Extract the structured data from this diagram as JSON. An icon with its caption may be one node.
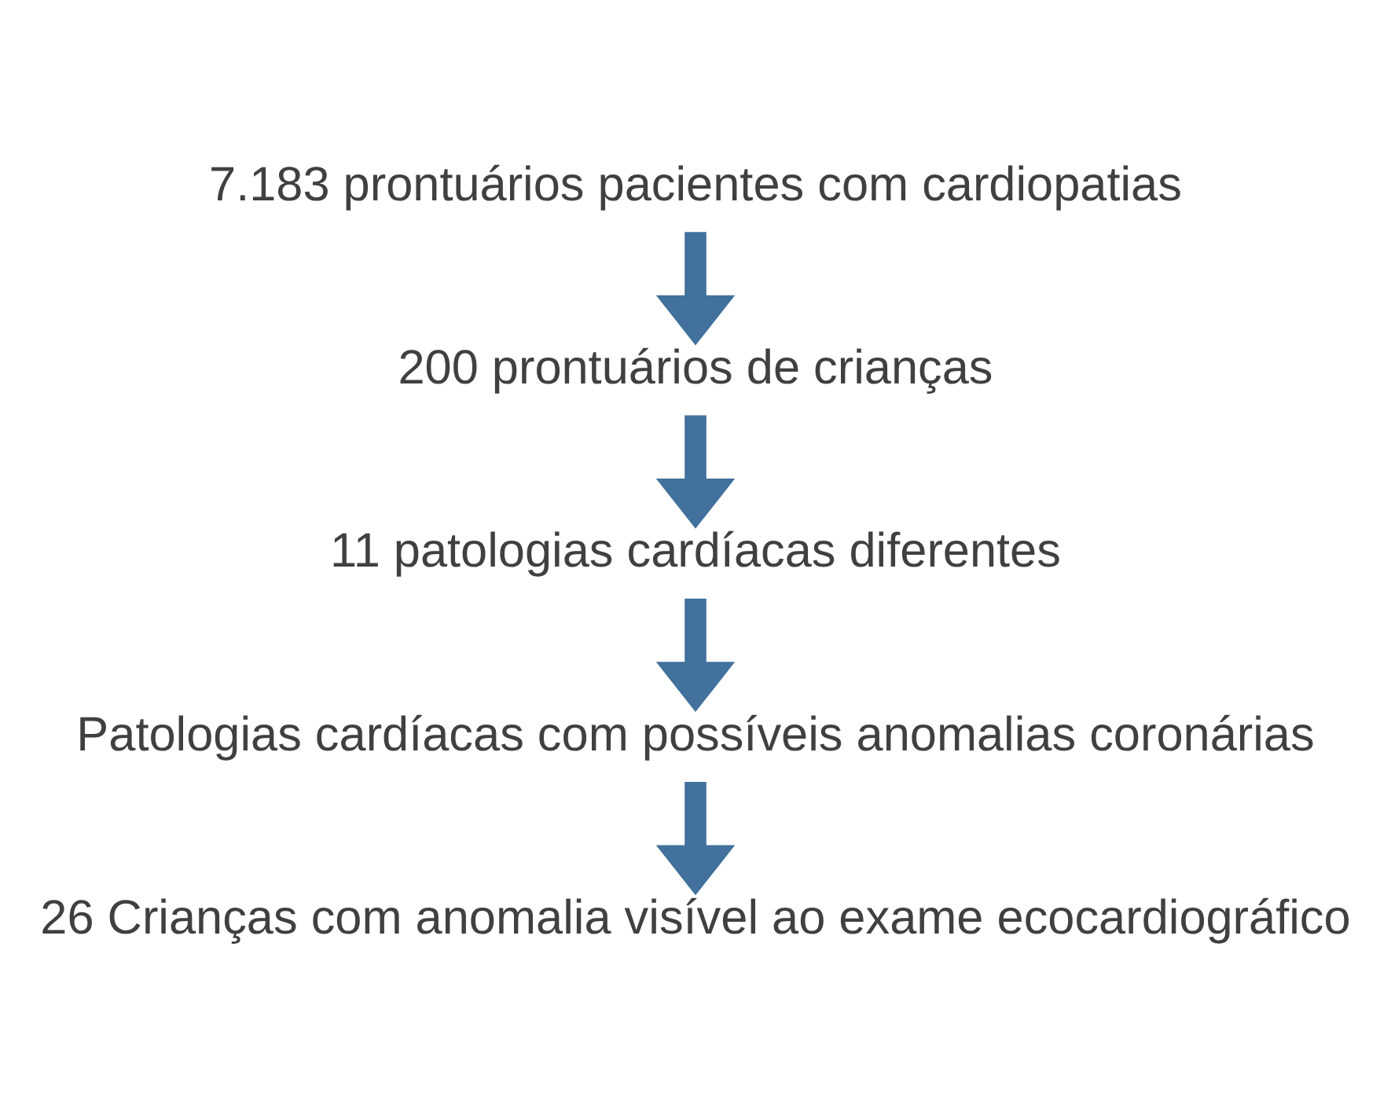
{
  "diagram": {
    "nodes": [
      {
        "text": [
          "7.183 prontuários pacientes com cardiopatias"
        ]
      },
      {
        "text": [
          "200 prontuários de crianças"
        ]
      },
      {
        "text": [
          "11 patologias cardíacas diferentes"
        ]
      },
      {
        "text": [
          "Patologias cardíacas com possíveis anomalias coronárias"
        ]
      },
      {
        "text": [
          "26 Crianças com anomalia visível ao exame ecocardiográfico"
        ]
      }
    ],
    "edges": [
      {
        "from": 0,
        "to": 1,
        "arrow": "to"
      },
      {
        "from": 1,
        "to": 2,
        "arrow": "to"
      },
      {
        "from": 2,
        "to": 3,
        "arrow": "to"
      },
      {
        "from": 3,
        "to": 4,
        "arrow": "to"
      }
    ]
  }
}
